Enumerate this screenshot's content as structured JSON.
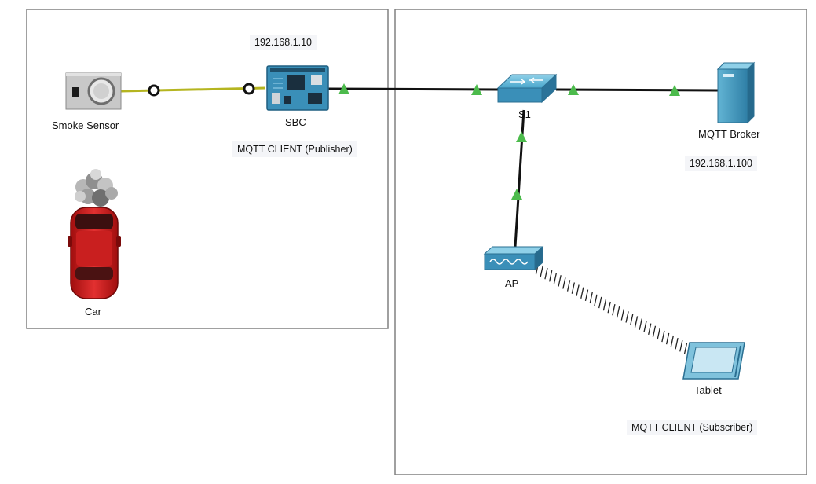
{
  "devices": {
    "smoke_sensor": {
      "label": "Smoke Sensor"
    },
    "sbc": {
      "label": "SBC",
      "ip": "192.168.1.10",
      "role": "MQTT CLIENT (Publisher)"
    },
    "switch": {
      "label": "S1"
    },
    "broker": {
      "label": "MQTT Broker",
      "ip": "192.168.1.100"
    },
    "ap": {
      "label": "AP"
    },
    "tablet": {
      "label": "Tablet",
      "role": "MQTT CLIENT (Subscriber)"
    },
    "car": {
      "label": "Car"
    }
  },
  "colors": {
    "iot_link": "#b5b520",
    "ethernet_link": "#111111",
    "link_up": "#4cbb4c",
    "cisco_blue": "#3a8fb8",
    "frame_border": "#808080",
    "tag_bg": "#f4f5f8"
  }
}
